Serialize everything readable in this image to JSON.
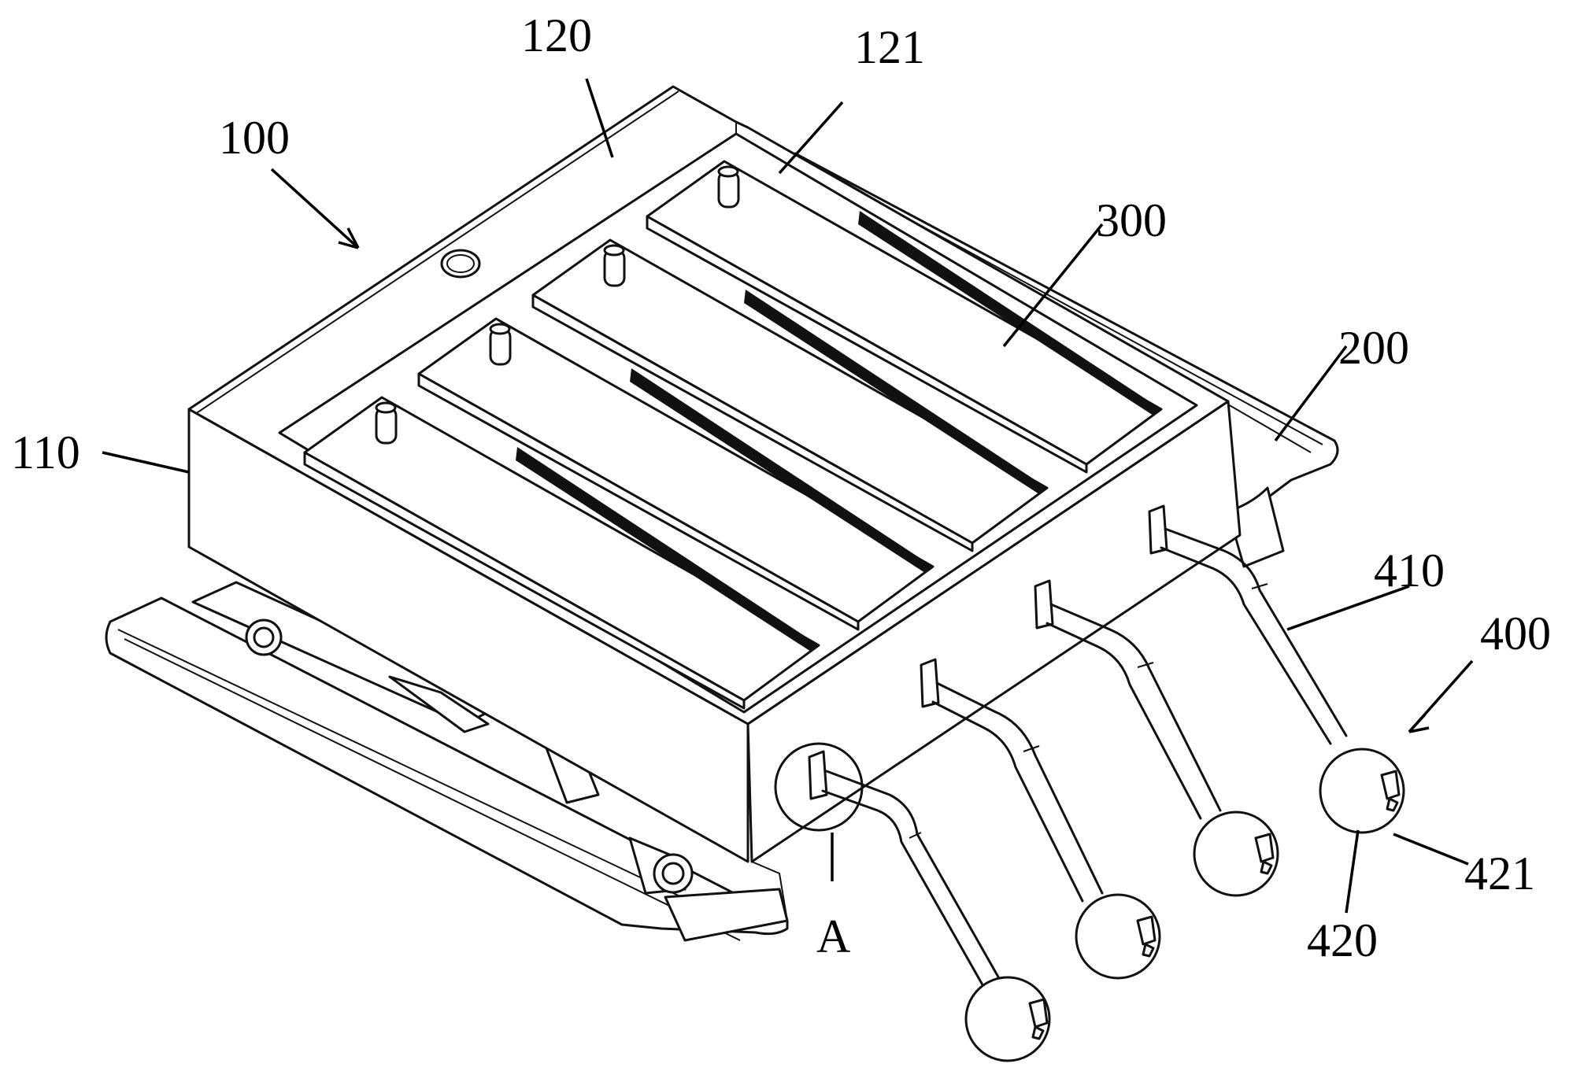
{
  "figure": {
    "labels": {
      "l100": "100",
      "l110": "110",
      "l120": "120",
      "l121": "121",
      "l200": "200",
      "l300": "300",
      "l400": "400",
      "l410": "410",
      "l420": "420",
      "l421": "421",
      "lA": "A"
    }
  }
}
